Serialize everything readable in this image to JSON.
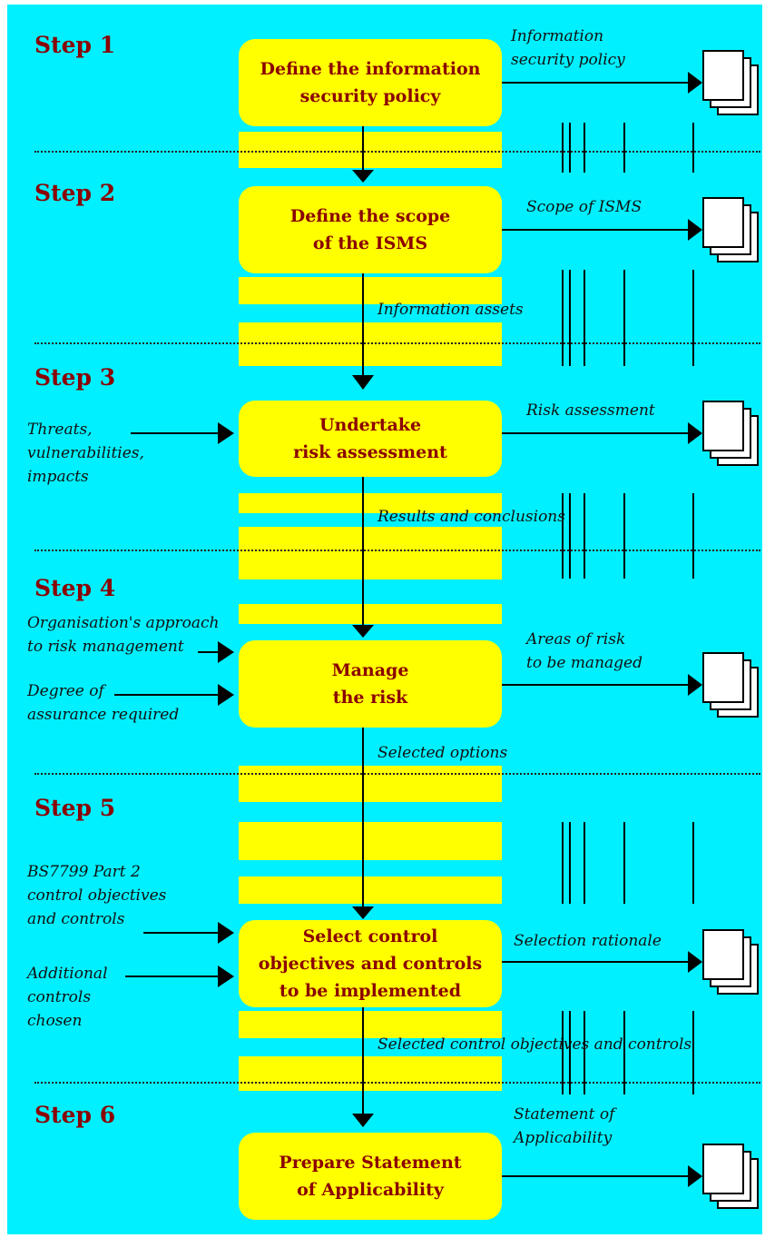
{
  "colors": {
    "background": "#00f0ff",
    "box": "#ffff00",
    "step_text": "#8b0000",
    "label_text": "#111111"
  },
  "steps": [
    {
      "label": "Step 1",
      "box": [
        "Define the information",
        "security policy"
      ]
    },
    {
      "label": "Step 2",
      "box": [
        "Define the scope",
        "of the ISMS"
      ]
    },
    {
      "label": "Step 3",
      "box": [
        "Undertake",
        "risk assessment"
      ]
    },
    {
      "label": "Step 4",
      "box": [
        "Manage",
        "the risk"
      ]
    },
    {
      "label": "Step 5",
      "box": [
        "Select control",
        "objectives and controls",
        "to be implemented"
      ]
    },
    {
      "label": "Step 6",
      "box": [
        "Prepare Statement",
        "of Applicability"
      ]
    }
  ],
  "outputs": [
    [
      "Information",
      "security policy"
    ],
    [
      "Scope of ISMS"
    ],
    [
      "Risk assessment"
    ],
    [
      "Areas of risk",
      "to be managed"
    ],
    [
      "Selection rationale"
    ],
    [
      "Statement of",
      "Applicability"
    ]
  ],
  "flows": [
    "Information assets",
    "Results and conclusions",
    "Selected options",
    "Selected control objectives and controls"
  ],
  "inputs": {
    "step3": [
      "Threats,",
      "vulnerabilities,",
      "impacts"
    ],
    "step4": [
      "Organisation's approach",
      "to risk management",
      "Degree of",
      "assurance required"
    ],
    "step5": [
      "BS7799 Part 2",
      "control objectives",
      "and controls",
      "Additional",
      "controls",
      "chosen"
    ]
  }
}
